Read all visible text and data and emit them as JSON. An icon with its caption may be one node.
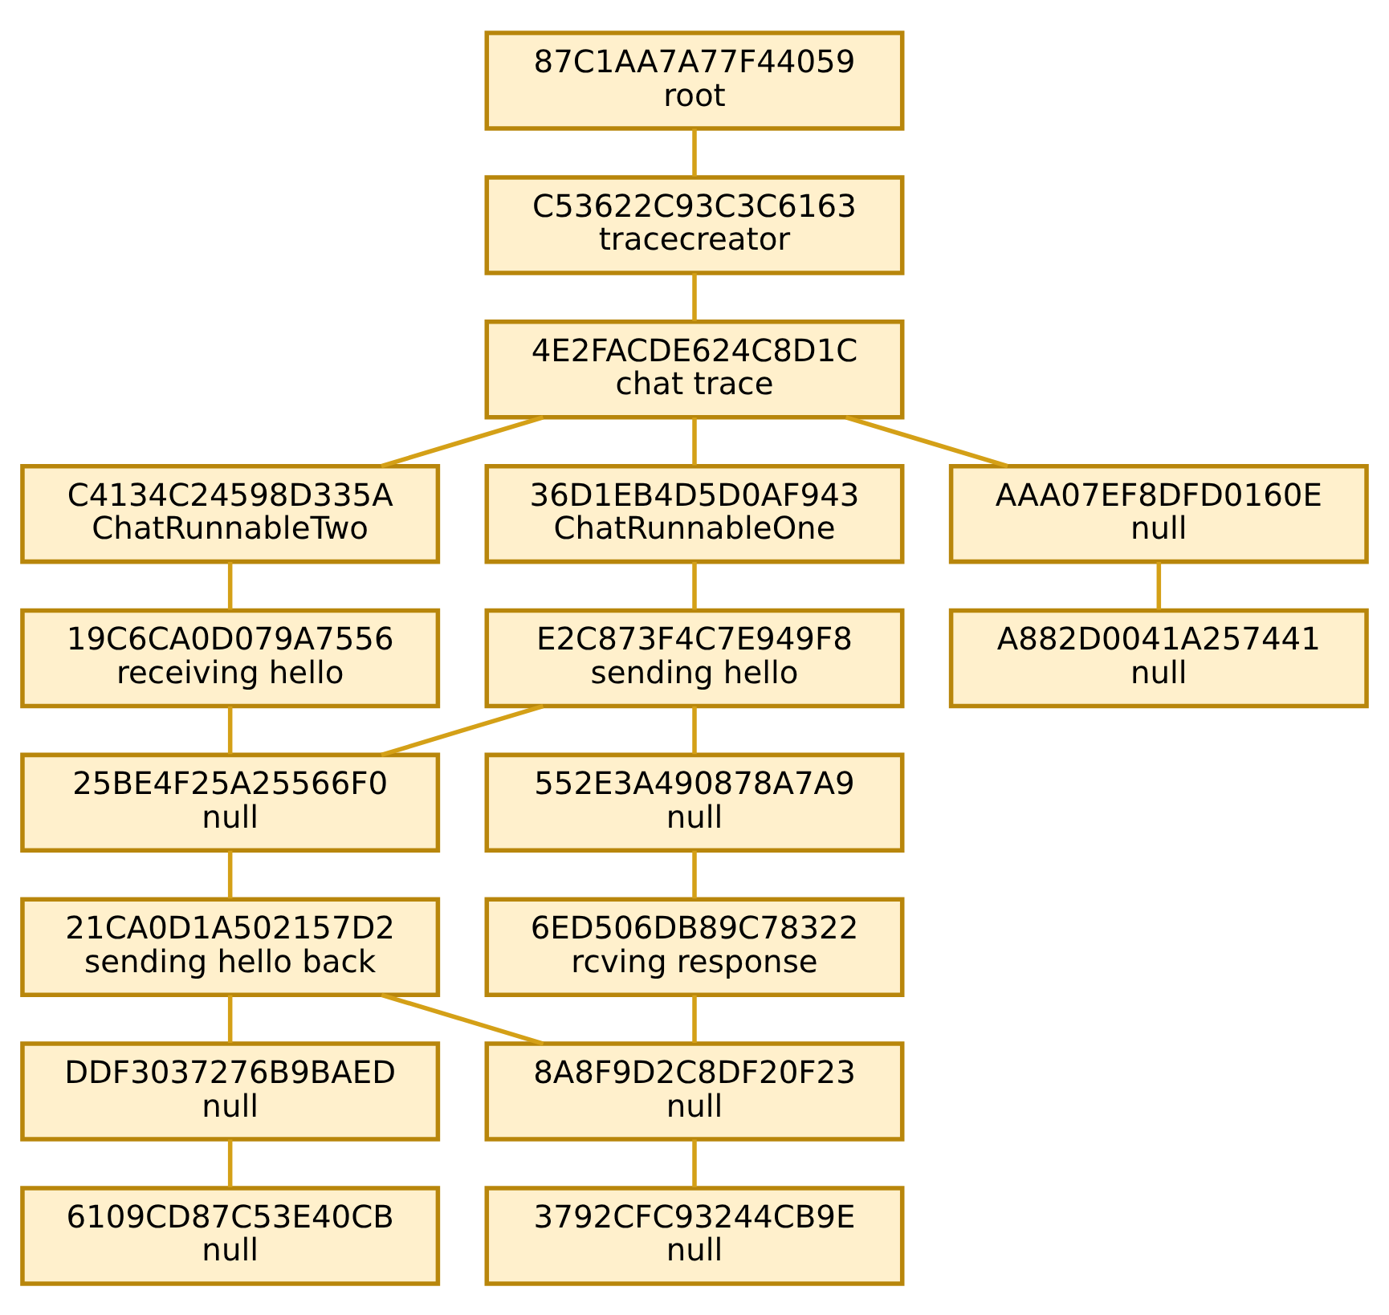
{
  "diagram": {
    "nodes": [
      {
        "text": [
          "87C1AA7A77F44059",
          "root"
        ]
      },
      {
        "text": [
          "C53622C93C3C6163",
          "tracecreator"
        ]
      },
      {
        "text": [
          "4E2FACDE624C8D1C",
          "chat trace"
        ]
      },
      {
        "text": [
          "C4134C24598D335A",
          "ChatRunnableTwo"
        ]
      },
      {
        "text": [
          "36D1EB4D5D0AF943",
          "ChatRunnableOne"
        ]
      },
      {
        "text": [
          "AAA07EF8DFD0160E",
          "null"
        ]
      },
      {
        "text": [
          "19C6CA0D079A7556",
          "receiving hello"
        ]
      },
      {
        "text": [
          "E2C873F4C7E949F8",
          "sending hello"
        ]
      },
      {
        "text": [
          "A882D0041A257441",
          "null"
        ]
      },
      {
        "text": [
          "25BE4F25A25566F0",
          "null"
        ]
      },
      {
        "text": [
          "552E3A490878A7A9",
          "null"
        ]
      },
      {
        "text": [
          "21CA0D1A502157D2",
          "sending hello back"
        ]
      },
      {
        "text": [
          "6ED506DB89C78322",
          "rcving response"
        ]
      },
      {
        "text": [
          "DDF3037276B9BAED",
          "null"
        ]
      },
      {
        "text": [
          "8A8F9D2C8DF20F23",
          "null"
        ]
      },
      {
        "text": [
          "6109CD87C53E40CB",
          "null"
        ]
      },
      {
        "text": [
          "3792CFC93244CB9E",
          "null"
        ]
      }
    ],
    "edges": [
      {
        "from": 0,
        "to": 1,
        "arrow": "none"
      },
      {
        "from": 1,
        "to": 2,
        "arrow": "none"
      },
      {
        "from": 2,
        "to": 3,
        "arrow": "none"
      },
      {
        "from": 2,
        "to": 4,
        "arrow": "none"
      },
      {
        "from": 2,
        "to": 5,
        "arrow": "none"
      },
      {
        "from": 3,
        "to": 6,
        "arrow": "none"
      },
      {
        "from": 4,
        "to": 7,
        "arrow": "none"
      },
      {
        "from": 5,
        "to": 8,
        "arrow": "none"
      },
      {
        "from": 6,
        "to": 9,
        "arrow": "none"
      },
      {
        "from": 7,
        "to": 9,
        "arrow": "none"
      },
      {
        "from": 7,
        "to": 10,
        "arrow": "none"
      },
      {
        "from": 9,
        "to": 11,
        "arrow": "none"
      },
      {
        "from": 10,
        "to": 12,
        "arrow": "none"
      },
      {
        "from": 11,
        "to": 13,
        "arrow": "none"
      },
      {
        "from": 11,
        "to": 14,
        "arrow": "none"
      },
      {
        "from": 12,
        "to": 14,
        "arrow": "none"
      },
      {
        "from": 13,
        "to": 15,
        "arrow": "none"
      },
      {
        "from": 14,
        "to": 16,
        "arrow": "none"
      }
    ]
  }
}
